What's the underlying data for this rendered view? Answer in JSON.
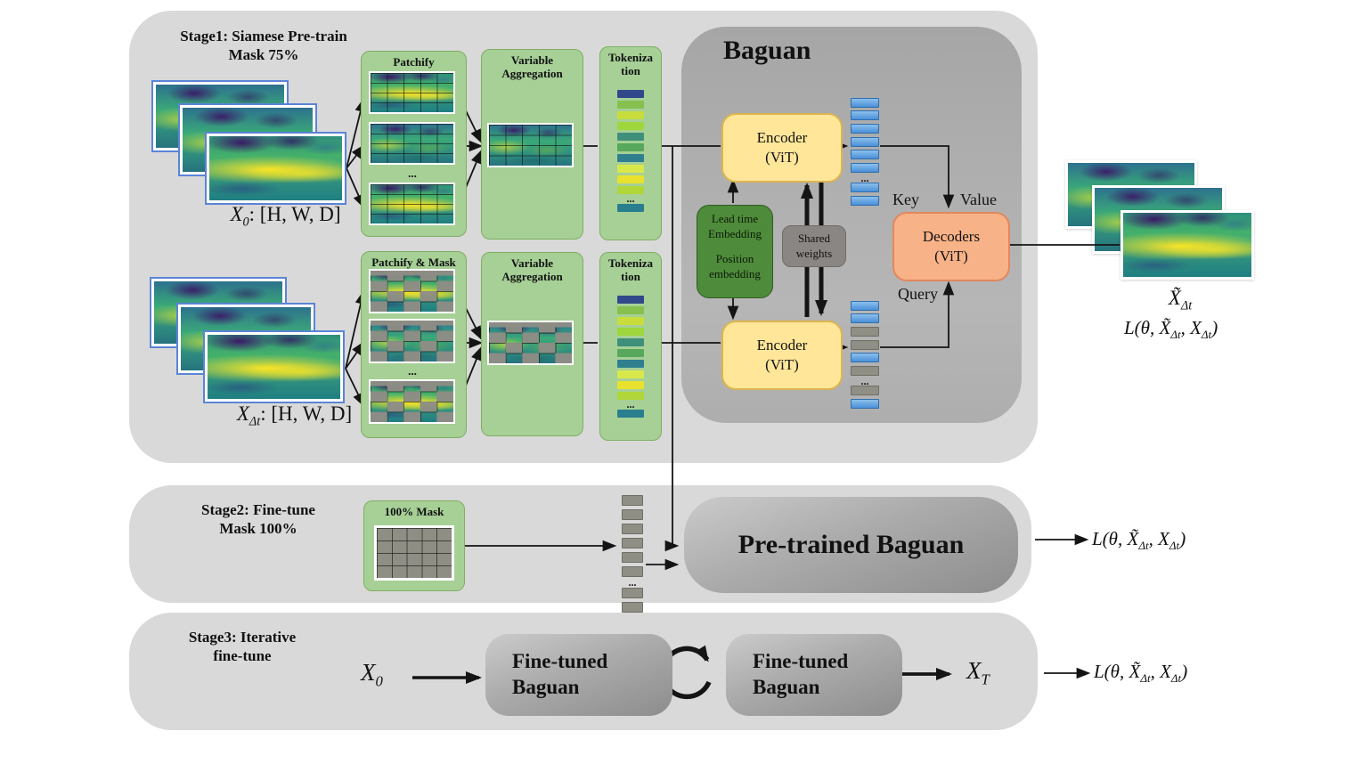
{
  "stage1": {
    "title_line1": "Stage1: Siamese Pre-train",
    "title_line2": "Mask 75%",
    "input_label": {
      "base": "X",
      "sub": "0",
      "suffix": ": [H, W, D]"
    },
    "masked_input_label": {
      "base": "X",
      "sub": "Δt",
      "suffix": ": [H, W, D]"
    },
    "patchify_title": "Patchify",
    "patchify_mask_title": "Patchify & Mask",
    "var_agg": {
      "line1": "Variable",
      "line2": "Aggregation"
    },
    "tokenization": {
      "line1": "Tokeniza",
      "line2": "tion"
    },
    "ellipsis": "...",
    "baguan": {
      "title": "Baguan",
      "encoder": {
        "line1": "Encoder",
        "line2": "(ViT)"
      },
      "embedding": {
        "line1": "Lead time",
        "line2": "Embedding",
        "line3": "Position",
        "line4": "embedding"
      },
      "shared_weights": {
        "line1": "Shared",
        "line2": "weights"
      },
      "decoders": {
        "line1": "Decoders",
        "line2": "(ViT)"
      },
      "key_label": "Key",
      "value_label": "Value",
      "query_label": "Query"
    },
    "output_label": {
      "base": "X̃",
      "sub": "Δt"
    },
    "loss": {
      "p1": "L(θ, X̃",
      "s1": "Δt",
      "p2": ", X",
      "s2": "Δt",
      "p3": ")"
    }
  },
  "stage2": {
    "title_line1": "Stage2: Fine-tune",
    "title_line2": "Mask 100%",
    "mask_box_title": "100% Mask",
    "box_label": "Pre-trained Baguan"
  },
  "stage3": {
    "title_line1": "Stage3: Iterative",
    "title_line2": "fine-tune",
    "x0": {
      "base": "X",
      "sub": "0"
    },
    "box_line1": "Fine-tuned",
    "box_line2": "Baguan",
    "xT": {
      "base": "X",
      "sub": "T"
    }
  },
  "tokens": {
    "viridis": [
      "#31498a",
      "#86c14f",
      "#c8dd3c",
      "#9fd63c",
      "#3f8f7a",
      "#57a85c",
      "#2f7f8f",
      "#d8e84a",
      "#e8e22e",
      "#b0d63a",
      "dots",
      "#2a7f8e"
    ],
    "encoder_top": [
      "b",
      "b",
      "b",
      "b",
      "b",
      "b",
      "dots",
      "b",
      "b"
    ],
    "encoder_bottom": [
      "b",
      "b",
      "g",
      "g",
      "b",
      "g",
      "dots",
      "g",
      "b"
    ],
    "stage2_masked": [
      "g",
      "g",
      "g",
      "g",
      "g",
      "g",
      "dots",
      "g",
      "g"
    ]
  },
  "colors": {
    "panel_gray": "#d9d9d9",
    "baguan_gray": "#ababab",
    "box_green_light": "#a6d096",
    "box_green_dark": "#4e8b3a",
    "encoder_yellow": "#ffe699",
    "decoder_salmon": "#f7b287",
    "token_blue": "#4a90d9",
    "token_gray": "#8f8f86"
  }
}
